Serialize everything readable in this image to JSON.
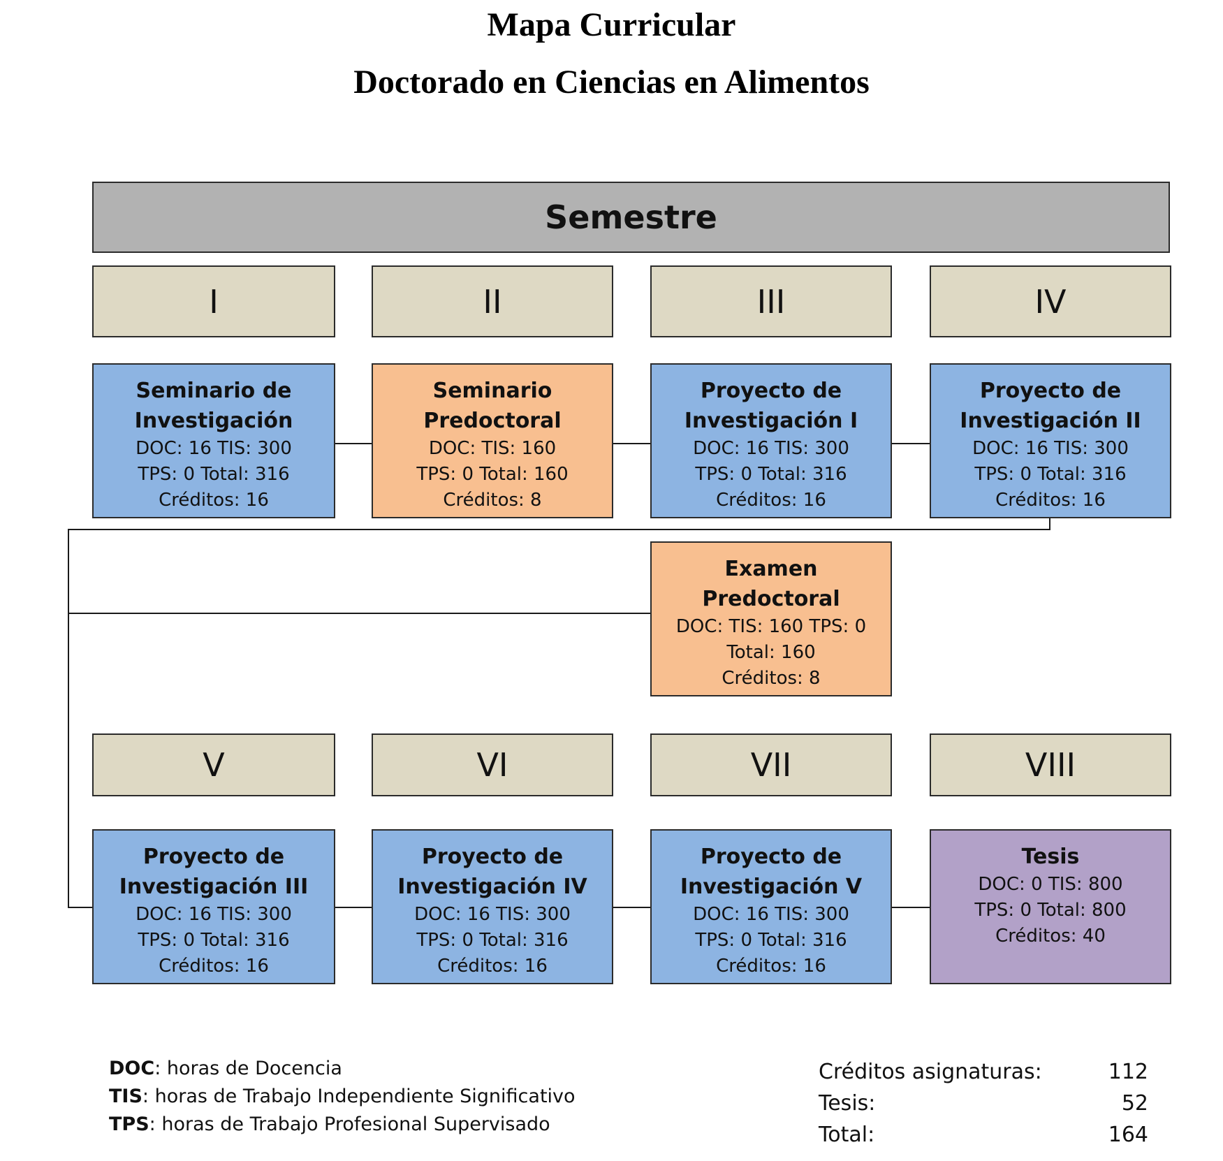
{
  "header": {
    "title": "Mapa Curricular",
    "subtitle": "Doctorado en Ciencias en Alimentos"
  },
  "semestre_label": "Semestre",
  "semesters": [
    "I",
    "II",
    "III",
    "IV",
    "V",
    "VI",
    "VII",
    "VIII"
  ],
  "courses": [
    {
      "name1": "Seminario de",
      "name2": "Investigación",
      "l1": "DOC: 16 TIS: 300",
      "l2": "TPS: 0 Total: 316",
      "l3": "Créditos: 16",
      "color": "#8db4e2"
    },
    {
      "name1": "Seminario",
      "name2": "Predoctoral",
      "l1": "DOC:  TIS: 160",
      "l2": "TPS: 0 Total: 160",
      "l3": "Créditos: 8",
      "color": "#f8bf90"
    },
    {
      "name1": "Proyecto de",
      "name2": "Investigación I",
      "l1": "DOC: 16 TIS: 300",
      "l2": "TPS: 0 Total: 316",
      "l3": "Créditos: 16",
      "color": "#8db4e2"
    },
    {
      "name1": "Proyecto de",
      "name2": "Investigación II",
      "l1": "DOC: 16 TIS: 300",
      "l2": "TPS: 0 Total: 316",
      "l3": "Créditos: 16",
      "color": "#8db4e2"
    },
    {
      "name1": "Examen",
      "name2": "Predoctoral",
      "l1": "DOC:  TIS: 160 TPS: 0",
      "l2": "Total: 160",
      "l3": "Créditos: 8",
      "color": "#f8bf90"
    },
    {
      "name1": "Proyecto de",
      "name2": "Investigación III",
      "l1": "DOC: 16 TIS: 300",
      "l2": "TPS: 0 Total: 316",
      "l3": "Créditos: 16",
      "color": "#8db4e2"
    },
    {
      "name1": "Proyecto de",
      "name2": "Investigación IV",
      "l1": "DOC: 16 TIS: 300",
      "l2": "TPS: 0 Total: 316",
      "l3": "Créditos: 16",
      "color": "#8db4e2"
    },
    {
      "name1": "Proyecto de",
      "name2": "Investigación V",
      "l1": "DOC: 16 TIS: 300",
      "l2": "TPS: 0 Total: 316",
      "l3": "Créditos: 16",
      "color": "#8db4e2"
    },
    {
      "name1": "Tesis",
      "l1": "DOC: 0 TIS: 800",
      "l2": "TPS: 0 Total: 800",
      "l3": "Créditos: 40",
      "color": "#b2a1c8"
    }
  ],
  "legend": [
    {
      "abbr": "DOC",
      "text": ": horas de Docencia"
    },
    {
      "abbr": "TIS",
      "text": ": horas de Trabajo Independiente Significativo"
    },
    {
      "abbr": "TPS",
      "text": ": horas de Trabajo Profesional Supervisado"
    }
  ],
  "totals": [
    {
      "label": "Créditos asignaturas:",
      "value": "112"
    },
    {
      "label": "Tesis:",
      "value": "52"
    },
    {
      "label": "Total:",
      "value": "164"
    }
  ]
}
